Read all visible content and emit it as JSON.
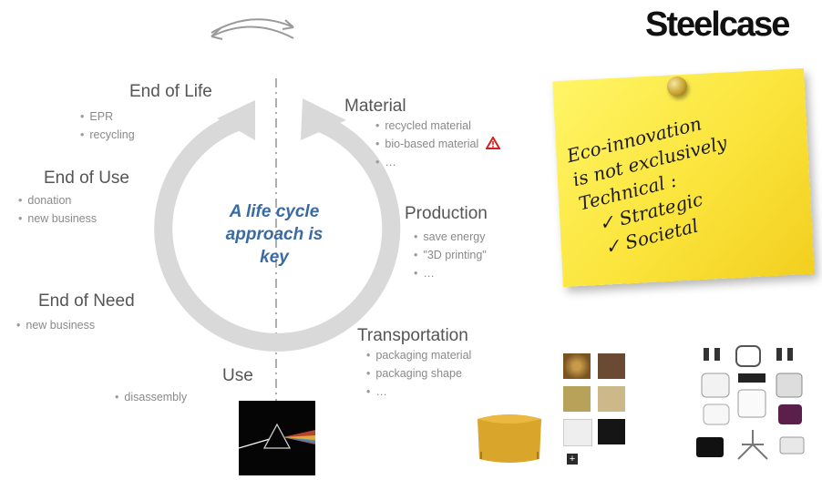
{
  "logo": "Steelcase",
  "center": {
    "line1": "A life cycle",
    "line2": "approach is",
    "line3": "key"
  },
  "stages": {
    "end_of_life": {
      "title": "End of Life",
      "items": [
        "EPR",
        "recycling"
      ]
    },
    "end_of_use": {
      "title": "End of Use",
      "items": [
        "donation",
        "new business"
      ]
    },
    "end_of_need": {
      "title": "End of Need",
      "items": [
        "new business"
      ]
    },
    "use": {
      "title": "Use",
      "items": [
        "disassembly"
      ]
    },
    "material": {
      "title": "Material",
      "items": [
        "recycled material",
        "bio-based material",
        "…"
      ]
    },
    "production": {
      "title": "Production",
      "items": [
        "save energy",
        "\"3D printing\"",
        "…"
      ]
    },
    "transportation": {
      "title": "Transportation",
      "items": [
        "packaging material",
        "packaging shape",
        "…"
      ]
    }
  },
  "note": {
    "line1": "Eco-innovation",
    "line2": "is not exclusively",
    "line3": "Technical :",
    "line4": "Strategic",
    "line5": "Societal"
  },
  "colors": {
    "arrow": "#d9d9d9",
    "center_text": "#3a6aa3",
    "note": "#fbe43b",
    "warning": "#d42020"
  },
  "icons": [
    "cycle-arrow-icon",
    "swap-arrows-icon",
    "warning-icon",
    "pin-icon"
  ]
}
